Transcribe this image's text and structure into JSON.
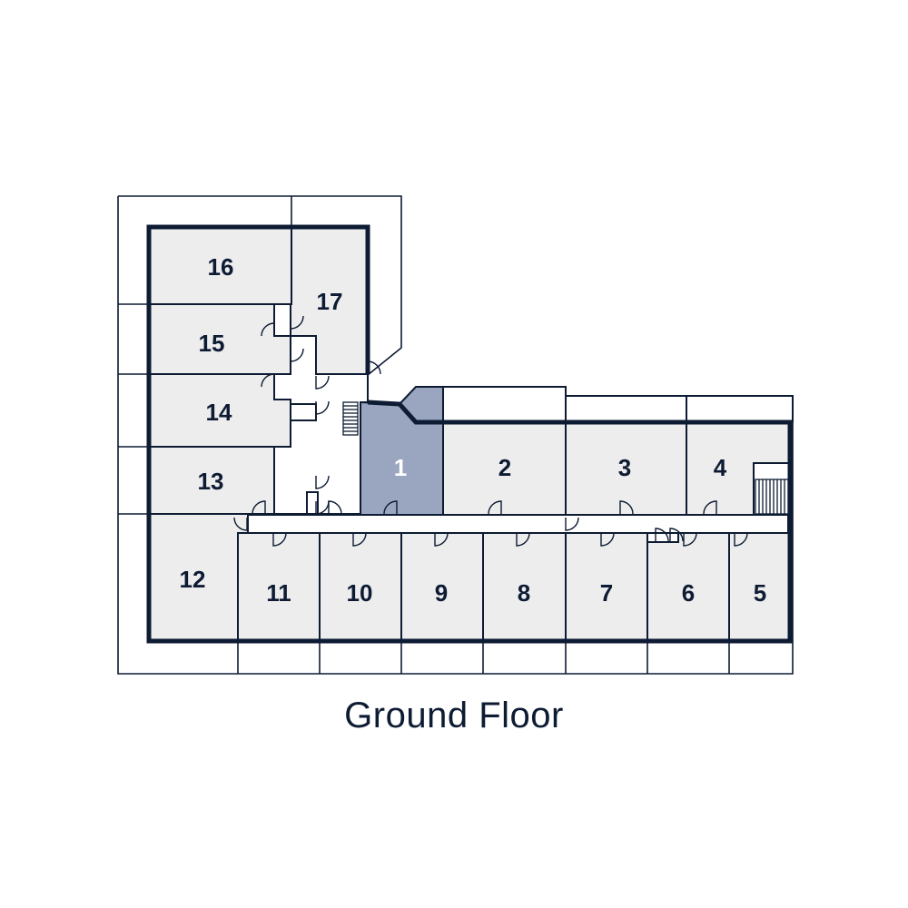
{
  "floor": {
    "title": "Ground Floor"
  },
  "selected_unit": "1",
  "colors": {
    "line": "#0d1b33",
    "room": "#ededed",
    "selected": "#9aa6bf",
    "background": "#ffffff"
  },
  "units": [
    {
      "id": "1",
      "label": "1",
      "selected": true
    },
    {
      "id": "2",
      "label": "2"
    },
    {
      "id": "3",
      "label": "3"
    },
    {
      "id": "4",
      "label": "4"
    },
    {
      "id": "5",
      "label": "5"
    },
    {
      "id": "6",
      "label": "6"
    },
    {
      "id": "7",
      "label": "7"
    },
    {
      "id": "8",
      "label": "8"
    },
    {
      "id": "9",
      "label": "9"
    },
    {
      "id": "10",
      "label": "10"
    },
    {
      "id": "11",
      "label": "11"
    },
    {
      "id": "12",
      "label": "12"
    },
    {
      "id": "13",
      "label": "13"
    },
    {
      "id": "14",
      "label": "14"
    },
    {
      "id": "15",
      "label": "15"
    },
    {
      "id": "16",
      "label": "16"
    },
    {
      "id": "17",
      "label": "17"
    }
  ]
}
